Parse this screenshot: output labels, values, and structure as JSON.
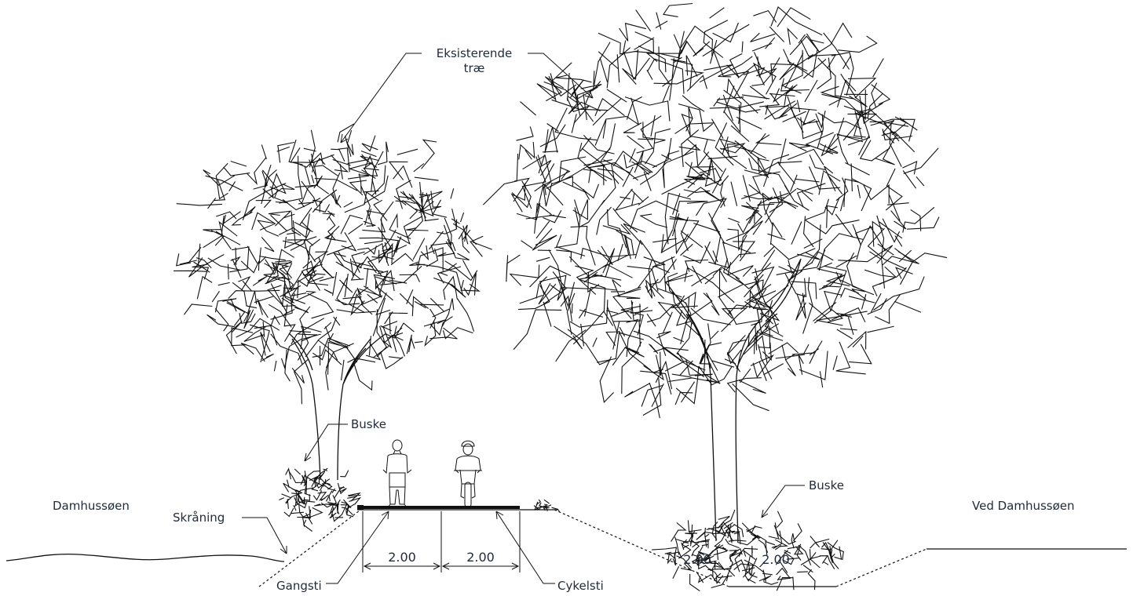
{
  "labels": {
    "existing_tree": [
      "Eksisterende",
      "træ"
    ],
    "bush_left": "Buske",
    "bush_right": "Buske",
    "left_area": "Damhussøen",
    "right_area": "Ved Damhussøen",
    "slope": "Skråning",
    "footpath": "Gangsti",
    "bikepath": "Cykelsti"
  },
  "dimensions": {
    "footpath_width": "2.00",
    "bikepath_width": "2.00",
    "ditch_left": "2.00",
    "ditch_right": "2.00"
  }
}
